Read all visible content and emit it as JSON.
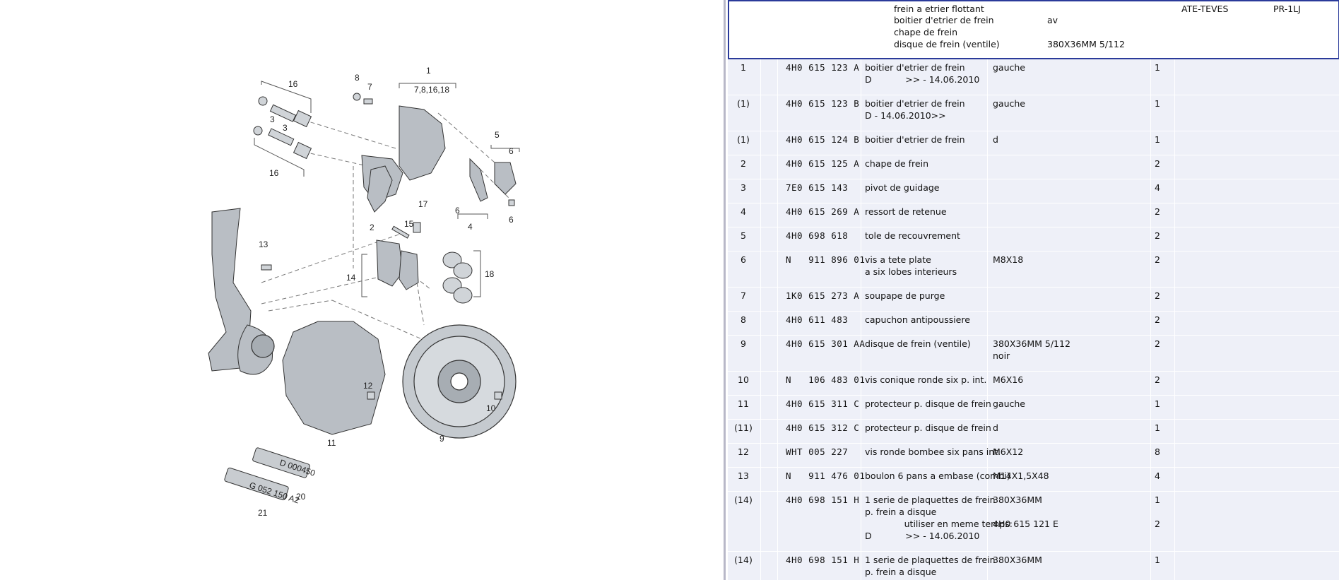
{
  "header": {
    "line1": "frein a etrier flottant",
    "line2": "boitier d'etrier de frein",
    "line3": "chape de frein",
    "line4": "disque de frein (ventile)",
    "col2_line2": "av",
    "col2_line4": "380X36MM 5/112",
    "brand": "ATE-TEVES",
    "pr_code": "PR-1LJ"
  },
  "diagram_labels": {
    "l1": "1",
    "l1_sub": "7,8,16,18",
    "l2": "2",
    "l3a": "3",
    "l3b": "3",
    "l4": "4",
    "l5": "5",
    "l6a": "6",
    "l6b": "6",
    "l6c": "6",
    "l7": "7",
    "l8": "8",
    "l9": "9",
    "l10": "10",
    "l11": "11",
    "l12": "12",
    "l13": "13",
    "l14": "14",
    "l15": "15",
    "l16a": "16",
    "l16b": "16",
    "l17": "17",
    "l18": "18",
    "l20": "20",
    "l21": "21",
    "tube20_text": "D 000450",
    "tube21_text": "G 052 150 A2"
  },
  "parts": [
    {
      "pos": "1",
      "part": "4H0 615 123 A",
      "desc": [
        "boitier d'etrier de frein",
        "D            >> - 14.06.2010"
      ],
      "spec": [
        "gauche"
      ],
      "qty": [
        "1"
      ]
    },
    {
      "pos": "(1)",
      "part": "4H0 615 123 B",
      "desc": [
        "boitier d'etrier de frein",
        "D - 14.06.2010>>"
      ],
      "spec": [
        "gauche"
      ],
      "qty": [
        "1"
      ]
    },
    {
      "pos": "(1)",
      "part": "4H0 615 124 B",
      "desc": [
        "boitier d'etrier de frein"
      ],
      "spec": [
        "d"
      ],
      "qty": [
        "1"
      ]
    },
    {
      "pos": "2",
      "part": "4H0 615 125 A",
      "desc": [
        "chape de frein"
      ],
      "spec": [
        ""
      ],
      "qty": [
        "2"
      ]
    },
    {
      "pos": "3",
      "part": "7E0 615 143",
      "desc": [
        "pivot de guidage"
      ],
      "spec": [
        ""
      ],
      "qty": [
        "4"
      ]
    },
    {
      "pos": "4",
      "part": "4H0 615 269 A",
      "desc": [
        "ressort de retenue"
      ],
      "spec": [
        ""
      ],
      "qty": [
        "2"
      ]
    },
    {
      "pos": "5",
      "part": "4H0 698 618",
      "desc": [
        "tole de recouvrement"
      ],
      "spec": [
        ""
      ],
      "qty": [
        "2"
      ]
    },
    {
      "pos": "6",
      "part": "N   911 896 01",
      "desc": [
        "vis a tete plate",
        "a six lobes interieurs"
      ],
      "spec": [
        "M8X18"
      ],
      "qty": [
        "2"
      ]
    },
    {
      "pos": "7",
      "part": "1K0 615 273 A",
      "desc": [
        "soupape de purge"
      ],
      "spec": [
        ""
      ],
      "qty": [
        "2"
      ]
    },
    {
      "pos": "8",
      "part": "4H0 611 483",
      "desc": [
        "capuchon antipoussiere"
      ],
      "spec": [
        ""
      ],
      "qty": [
        "2"
      ]
    },
    {
      "pos": "9",
      "part": "4H0 615 301 AA",
      "desc": [
        "disque de frein (ventile)"
      ],
      "spec": [
        "380X36MM 5/112",
        "noir"
      ],
      "qty": [
        "2"
      ]
    },
    {
      "pos": "10",
      "part": "N   106 483 01",
      "desc": [
        "vis conique ronde six p. int."
      ],
      "spec": [
        "M6X16"
      ],
      "qty": [
        "2"
      ]
    },
    {
      "pos": "11",
      "part": "4H0 615 311 C",
      "desc": [
        "protecteur p. disque de frein"
      ],
      "spec": [
        "gauche"
      ],
      "qty": [
        "1"
      ]
    },
    {
      "pos": "(11)",
      "part": "4H0 615 312 C",
      "desc": [
        "protecteur p. disque de frein"
      ],
      "spec": [
        "d"
      ],
      "qty": [
        "1"
      ]
    },
    {
      "pos": "12",
      "part": "WHT 005 227",
      "desc": [
        "vis ronde bombee six pans int."
      ],
      "spec": [
        "M6X12"
      ],
      "qty": [
        "8"
      ]
    },
    {
      "pos": "13",
      "part": "N   911 476 01",
      "desc": [
        "boulon 6 pans a embase (combi)"
      ],
      "spec": [
        "M14X1,5X48"
      ],
      "qty": [
        "4"
      ]
    },
    {
      "pos": "(14)",
      "part": "4H0 698 151 H",
      "desc": [
        "1 serie de plaquettes de frein",
        "p. frein a disque",
        "              utiliser en meme temps:",
        "D            >> - 14.06.2010"
      ],
      "spec": [
        "380X36MM",
        "",
        "4H0 615 121 E",
        ""
      ],
      "qty": [
        "1",
        "",
        "2",
        ""
      ]
    },
    {
      "pos": "(14)",
      "part": "4H0 698 151 H",
      "desc": [
        "1 serie de plaquettes de frein",
        "p. frein a disque"
      ],
      "spec": [
        "380X36MM"
      ],
      "qty": [
        "1"
      ]
    }
  ]
}
